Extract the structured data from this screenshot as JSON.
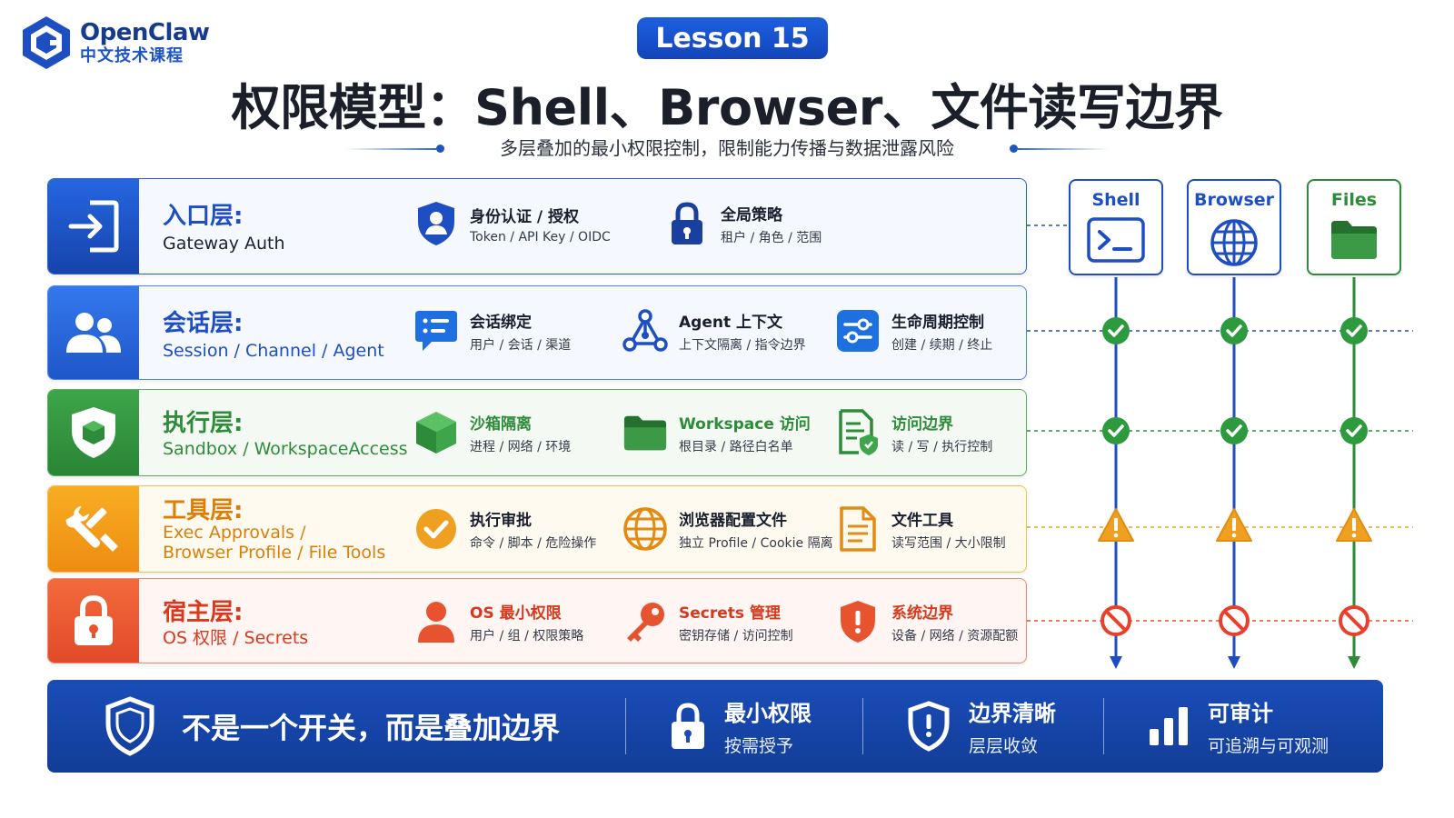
{
  "brand": {
    "name": "OpenClaw",
    "subtitle": "中文技术课程"
  },
  "header": {
    "badge": "Lesson 15",
    "title": "权限模型：Shell、Browser、文件读写边界",
    "subtitle": "多层叠加的最小权限控制，限制能力传播与数据泄露风险"
  },
  "layers": [
    {
      "name": "入口层:",
      "en": "Gateway Auth",
      "features": [
        {
          "title": "身份认证 / 授权",
          "desc": "Token / API Key / OIDC",
          "icon": "shield-user-icon"
        },
        {
          "title": "全局策略",
          "desc": "租户 / 角色 / 范围",
          "icon": "lock-icon"
        }
      ]
    },
    {
      "name": "会话层:",
      "en": "Session / Channel / Agent",
      "features": [
        {
          "title": "会话绑定",
          "desc": "用户 / 会话 / 渠道",
          "icon": "chat-icon"
        },
        {
          "title": "Agent 上下文",
          "desc": "上下文隔离 / 指令边界",
          "icon": "network-icon"
        },
        {
          "title": "生命周期控制",
          "desc": "创建 / 续期 / 终止",
          "icon": "sliders-icon"
        }
      ]
    },
    {
      "name": "执行层:",
      "en": "Sandbox / WorkspaceAccess",
      "features": [
        {
          "title": "沙箱隔离",
          "desc": "进程 / 网络 / 环境",
          "icon": "cube-icon"
        },
        {
          "title": "Workspace 访问",
          "desc": "根目录 / 路径白名单",
          "icon": "folder-icon"
        },
        {
          "title": "访问边界",
          "desc": "读 / 写 / 执行控制",
          "icon": "doc-shield-icon"
        }
      ]
    },
    {
      "name": "工具层:",
      "en_lines": [
        "Exec Approvals /",
        "Browser Profile / File Tools"
      ],
      "features": [
        {
          "title": "执行审批",
          "desc": "命令 / 脚本 / 危险操作",
          "icon": "check-circle-icon"
        },
        {
          "title": "浏览器配置文件",
          "desc": "独立 Profile / Cookie 隔离",
          "icon": "globe-icon"
        },
        {
          "title": "文件工具",
          "desc": "读写范围 / 大小限制",
          "icon": "document-icon"
        }
      ]
    },
    {
      "name": "宿主层:",
      "en": "OS 权限 / Secrets",
      "features": [
        {
          "title": "OS 最小权限",
          "desc": "用户 / 组 / 权限策略",
          "icon": "user-icon"
        },
        {
          "title": "Secrets 管理",
          "desc": "密钥存储 / 访问控制",
          "icon": "key-icon"
        },
        {
          "title": "系统边界",
          "desc": "设备 / 网络 / 资源配额",
          "icon": "shield-alert-icon"
        }
      ]
    }
  ],
  "columns": [
    {
      "label": "Shell",
      "icon": "terminal-icon",
      "color": "#1e4fc2"
    },
    {
      "label": "Browser",
      "icon": "globe-icon",
      "color": "#1e4fc2"
    },
    {
      "label": "Files",
      "icon": "folder-icon",
      "color": "#2e8b3a"
    }
  ],
  "status_rows": [
    "none",
    "allowed",
    "allowed",
    "warning",
    "blocked"
  ],
  "colors": {
    "blue": "#1e4fc2",
    "green": "#2e8b3a",
    "amber": "#f0a020",
    "red": "#e8532f"
  },
  "footer": {
    "main": "不是一个开关，而是叠加边界",
    "items": [
      {
        "title": "最小权限",
        "sub": "按需授予",
        "icon": "lock-icon"
      },
      {
        "title": "边界清晰",
        "sub": "层层收敛",
        "icon": "shield-alert-icon"
      },
      {
        "title": "可审计",
        "sub": "可追溯与可观测",
        "icon": "bar-chart-icon"
      }
    ]
  }
}
